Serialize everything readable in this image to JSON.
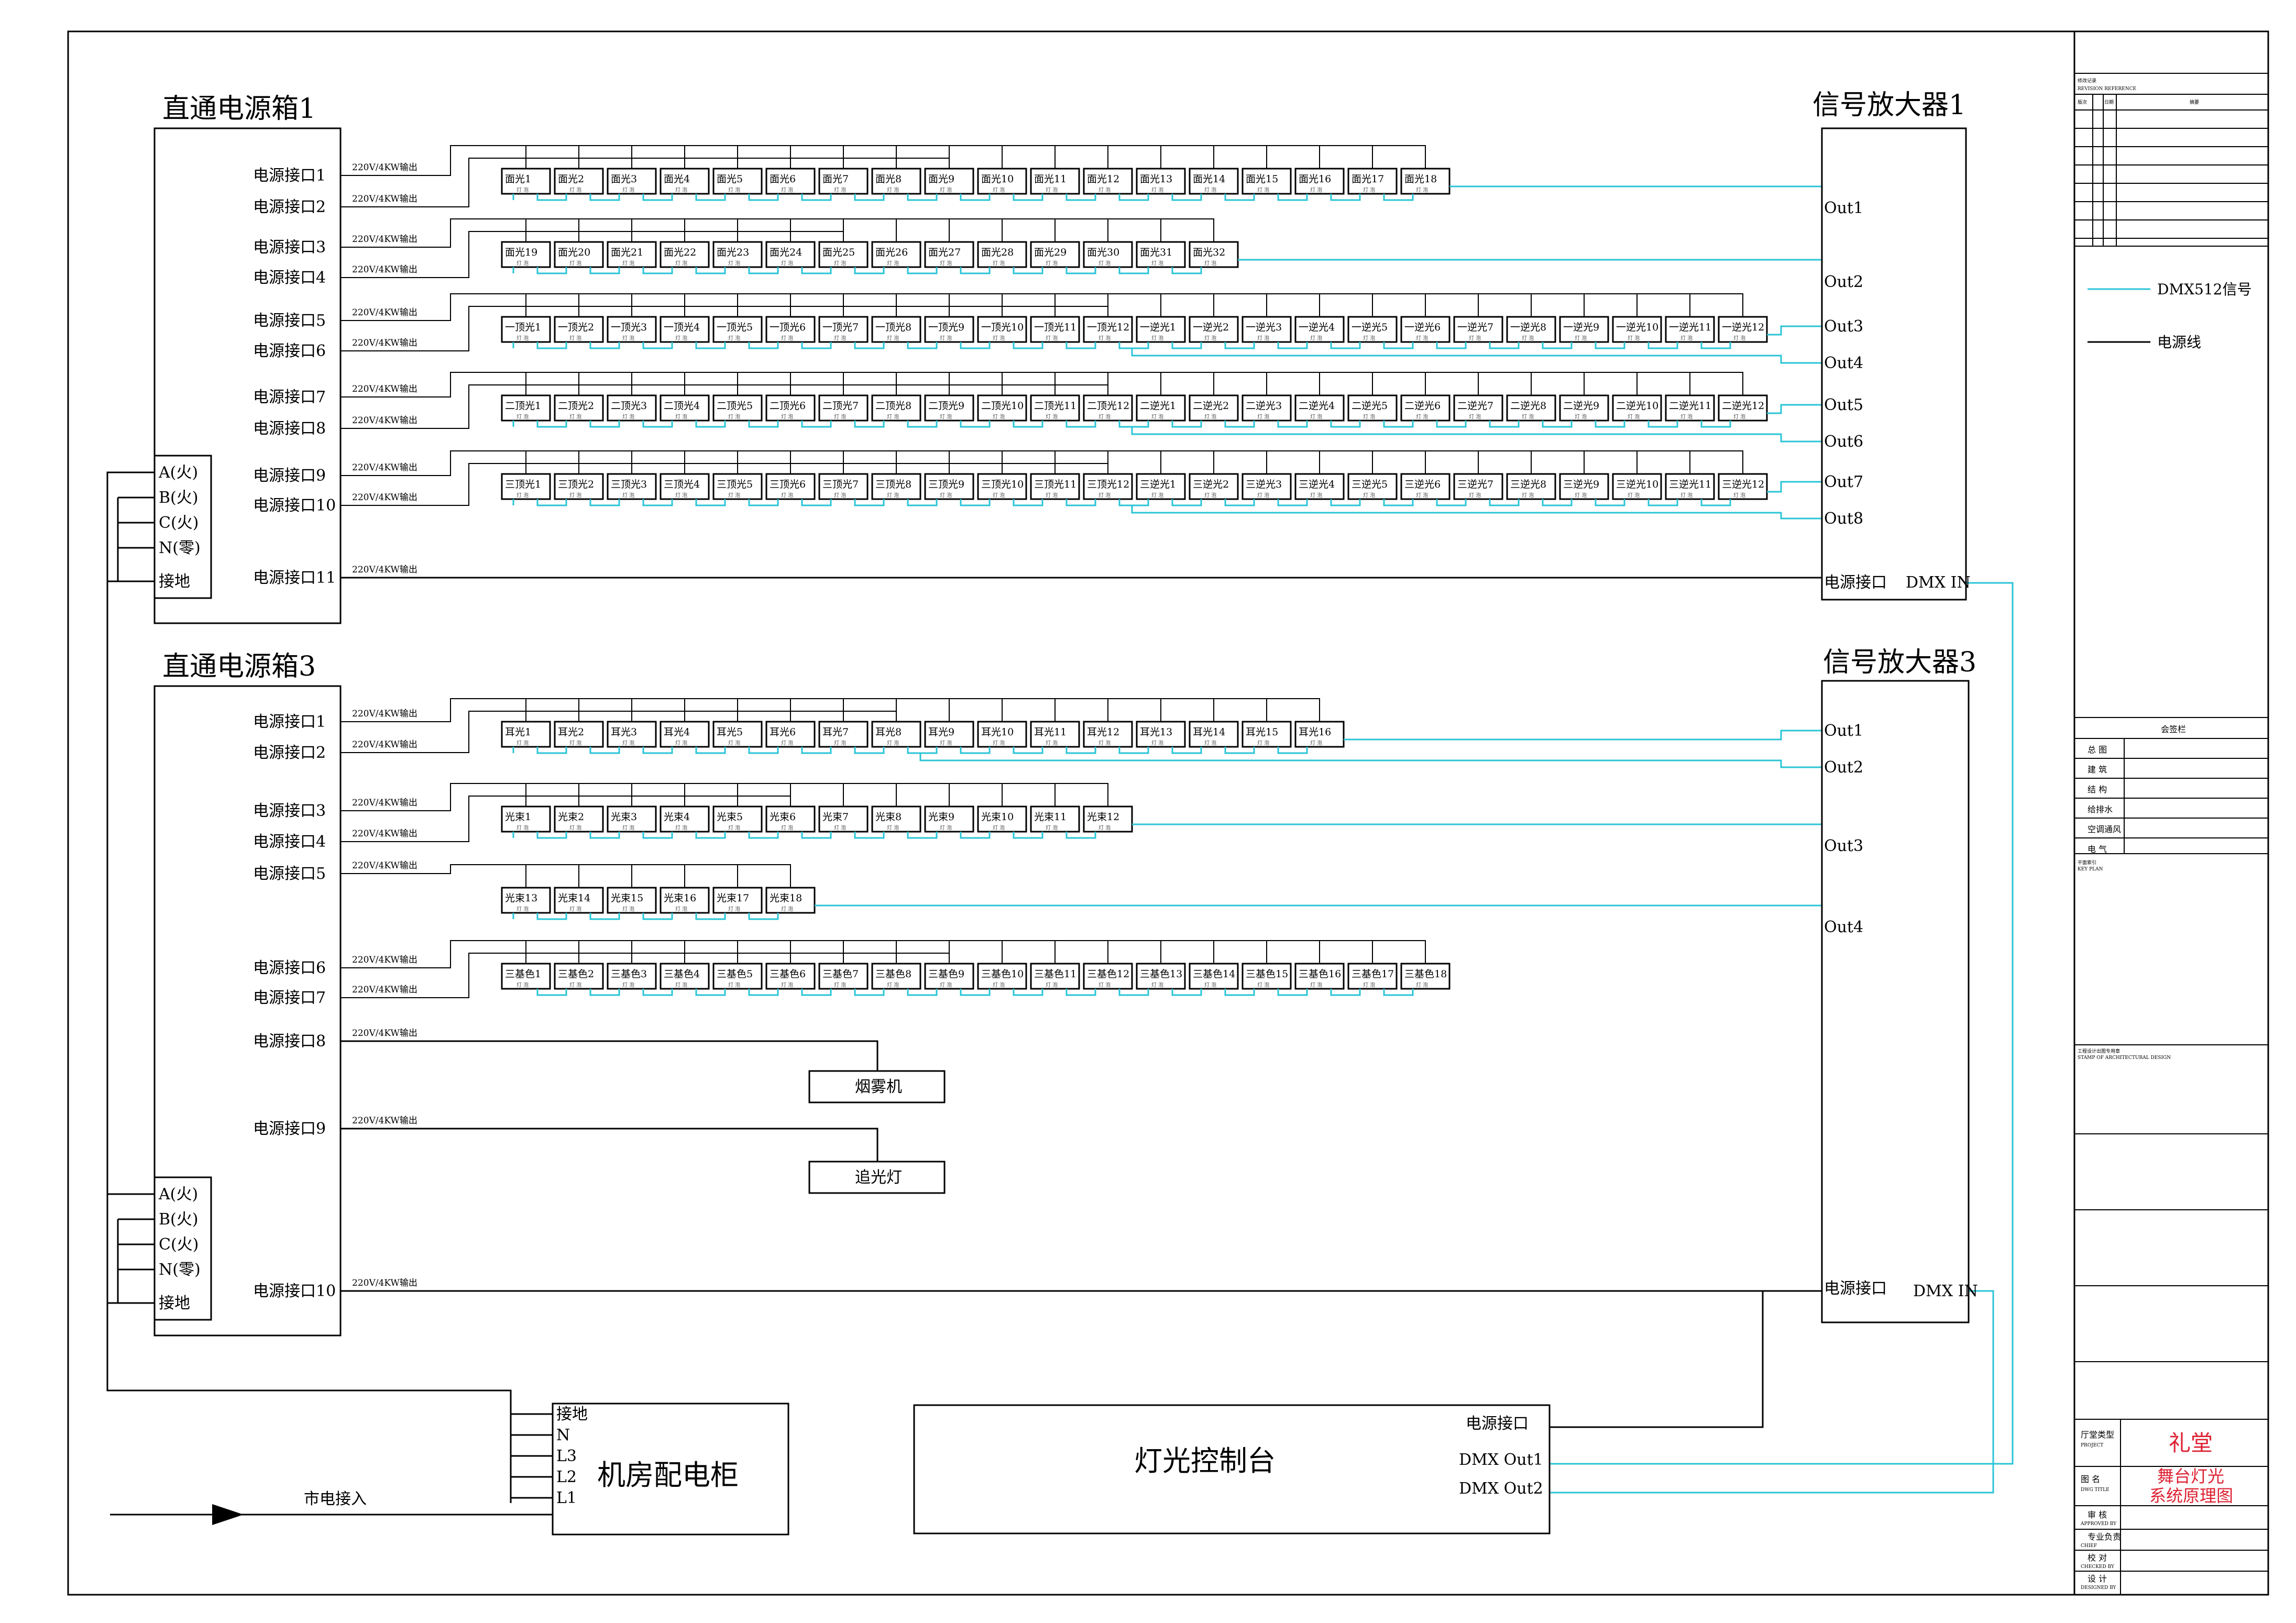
{
  "colors": {
    "signal": "#29c4d6",
    "power": "#000000",
    "title_red": "#dd2233"
  },
  "box1": {
    "title": "直通电源箱1",
    "phases": [
      "A(火)",
      "B(火)",
      "C(火)",
      "N(零)",
      "接地"
    ],
    "ports": [
      "电源接口1",
      "电源接口2",
      "电源接口3",
      "电源接口4",
      "电源接口5",
      "电源接口6",
      "电源接口7",
      "电源接口8",
      "电源接口9",
      "电源接口10",
      "电源接口11"
    ]
  },
  "box3": {
    "title": "直通电源箱3",
    "phases": [
      "A(火)",
      "B(火)",
      "C(火)",
      "N(零)",
      "接地"
    ],
    "ports": [
      "电源接口1",
      "电源接口2",
      "电源接口3",
      "电源接口4",
      "电源接口5",
      "电源接口6",
      "电源接口7",
      "电源接口8",
      "电源接口9",
      "电源接口10"
    ]
  },
  "output_label": "220V/4KW输出",
  "amp1": {
    "title": "信号放大器1",
    "outs": [
      "Out1",
      "Out2",
      "Out3",
      "Out4",
      "Out5",
      "Out6",
      "Out7",
      "Out8"
    ],
    "power": "电源接口",
    "dmx": "DMX IN"
  },
  "amp3": {
    "title": "信号放大器3",
    "outs": [
      "Out1",
      "Out2",
      "Out3",
      "Out4"
    ],
    "power": "电源接口",
    "dmx": "DMX IN"
  },
  "fixture_sub": "灯 泡",
  "rows1": [
    {
      "labels": [
        "面光1",
        "面光2",
        "面光3",
        "面光4",
        "面光5",
        "面光6",
        "面光7",
        "面光8",
        "面光9",
        "面光10",
        "面光11",
        "面光12",
        "面光13",
        "面光14",
        "面光15",
        "面光16",
        "面光17",
        "面光18"
      ]
    },
    {
      "labels": [
        "面光19",
        "面光20",
        "面光21",
        "面光22",
        "面光23",
        "面光24",
        "面光25",
        "面光26",
        "面光27",
        "面光28",
        "面光29",
        "面光30",
        "面光31",
        "面光32"
      ]
    },
    {
      "labels": [
        "一顶光1",
        "一顶光2",
        "一顶光3",
        "一顶光4",
        "一顶光5",
        "一顶光6",
        "一顶光7",
        "一顶光8",
        "一顶光9",
        "一顶光10",
        "一顶光11",
        "一顶光12",
        "一逆光1",
        "一逆光2",
        "一逆光3",
        "一逆光4",
        "一逆光5",
        "一逆光6",
        "一逆光7",
        "一逆光8",
        "一逆光9",
        "一逆光10",
        "一逆光11",
        "一逆光12"
      ]
    },
    {
      "labels": [
        "二顶光1",
        "二顶光2",
        "二顶光3",
        "二顶光4",
        "二顶光5",
        "二顶光6",
        "二顶光7",
        "二顶光8",
        "二顶光9",
        "二顶光10",
        "二顶光11",
        "二顶光12",
        "二逆光1",
        "二逆光2",
        "二逆光3",
        "二逆光4",
        "二逆光5",
        "二逆光6",
        "二逆光7",
        "二逆光8",
        "二逆光9",
        "二逆光10",
        "二逆光11",
        "二逆光12"
      ]
    },
    {
      "labels": [
        "三顶光1",
        "三顶光2",
        "三顶光3",
        "三顶光4",
        "三顶光5",
        "三顶光6",
        "三顶光7",
        "三顶光8",
        "三顶光9",
        "三顶光10",
        "三顶光11",
        "三顶光12",
        "三逆光1",
        "三逆光2",
        "三逆光3",
        "三逆光4",
        "三逆光5",
        "三逆光6",
        "三逆光7",
        "三逆光8",
        "三逆光9",
        "三逆光10",
        "三逆光11",
        "三逆光12"
      ]
    }
  ],
  "rows3": [
    {
      "labels": [
        "耳光1",
        "耳光2",
        "耳光3",
        "耳光4",
        "耳光5",
        "耳光6",
        "耳光7",
        "耳光8",
        "耳光9",
        "耳光10",
        "耳光11",
        "耳光12",
        "耳光13",
        "耳光14",
        "耳光15",
        "耳光16"
      ]
    },
    {
      "labels": [
        "光束1",
        "光束2",
        "光束3",
        "光束4",
        "光束5",
        "光束6",
        "光束7",
        "光束8",
        "光束9",
        "光束10",
        "光束11",
        "光束12"
      ]
    },
    {
      "labels": [
        "光束13",
        "光束14",
        "光束15",
        "光束16",
        "光束17",
        "光束18"
      ]
    },
    {
      "labels": [
        "三基色1",
        "三基色2",
        "三基色3",
        "三基色4",
        "三基色5",
        "三基色6",
        "三基色7",
        "三基色8",
        "三基色9",
        "三基色10",
        "三基色11",
        "三基色12",
        "三基色13",
        "三基色14",
        "三基色15",
        "三基色16",
        "三基色17",
        "三基色18"
      ]
    }
  ],
  "devices": {
    "smoke": "烟雾机",
    "follow": "追光灯"
  },
  "cabinet": {
    "title": "机房配电柜",
    "terms": [
      "接地",
      "N",
      "L3",
      "L2",
      "L1"
    ],
    "mains": "市电接入"
  },
  "console": {
    "title": "灯光控制台",
    "power": "电源接口",
    "dmx1": "DMX Out1",
    "dmx2": "DMX Out2"
  },
  "legend": {
    "signal": "DMX512信号",
    "power": "电源线"
  },
  "title_block": {
    "revision": "修改记录",
    "revision_en": "REVISION REFERENCE",
    "rev_cols": [
      "版次",
      "日期",
      "摘要"
    ],
    "sign": "会签栏",
    "disciplines": [
      "总 图",
      "建 筑",
      "结 构",
      "给排水",
      "空调通风",
      "电 气"
    ],
    "keyplan": "平面索引",
    "keyplan_en": "KEY PLAN",
    "stamp": "工程设计出图专用章",
    "stamp_en": "STAMP OF ARCHITECTURAL DESIGN",
    "project_label": "厅堂类型",
    "project_en": "PROJECT",
    "project": "礼堂",
    "drawing_label": "图 名",
    "drawing_en": "DWG TITLE",
    "drawing_1": "舞台灯光",
    "drawing_2": "系统原理图",
    "roles": [
      "审 核",
      "专业负责",
      "校 对",
      "设 计"
    ],
    "roles_en": [
      "APPROVED BY",
      "CHIEF",
      "CHECKED BY",
      "DESIGNED BY"
    ]
  }
}
